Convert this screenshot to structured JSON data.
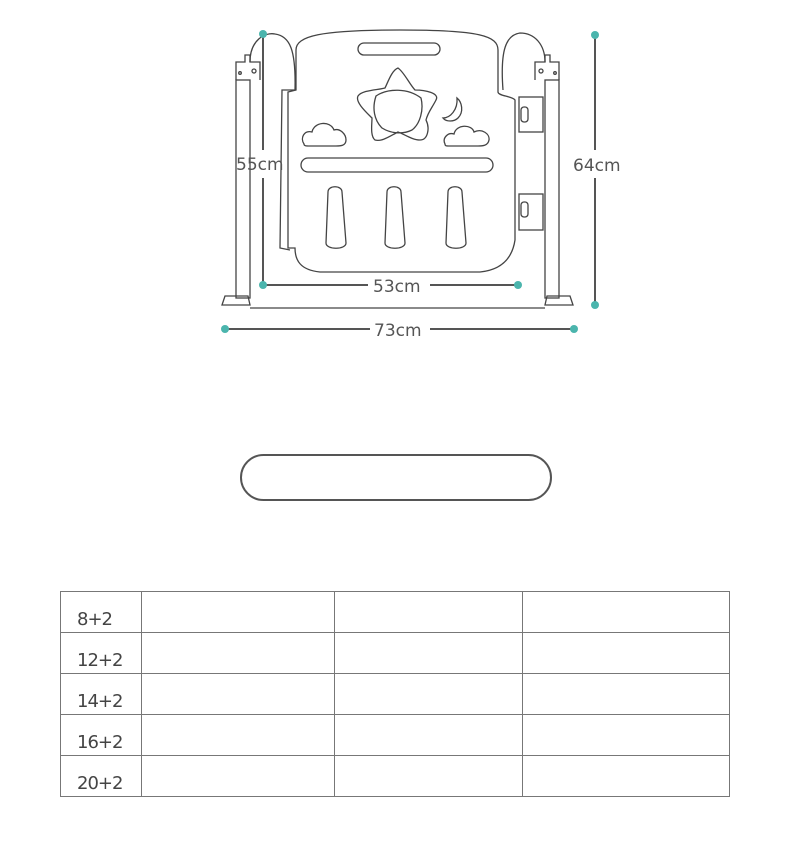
{
  "dimensions": {
    "panel_height": "55cm",
    "total_height": "64cm",
    "panel_width": "53cm",
    "total_width": "73cm"
  },
  "colors": {
    "accent": "#4bb5ad",
    "line": "#555555"
  },
  "table": {
    "rows": [
      {
        "label": "8+2"
      },
      {
        "label": "12+2"
      },
      {
        "label": "14+2"
      },
      {
        "label": "16+2"
      },
      {
        "label": "20+2"
      }
    ]
  }
}
